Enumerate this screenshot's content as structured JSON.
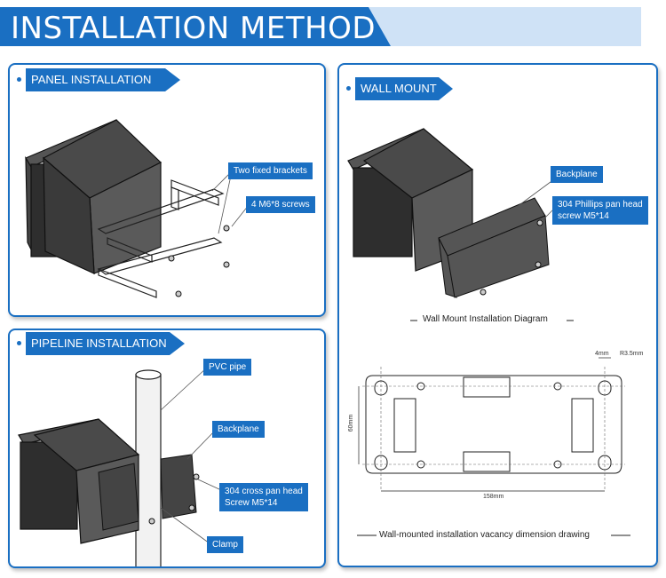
{
  "banner": {
    "title": "INSTALLATION METHOD"
  },
  "panel_installation": {
    "tag": "PANEL INSTALLATION",
    "labels": {
      "brackets": "Two fixed brackets",
      "screws": "4 M6*8 screws"
    }
  },
  "wall_mount": {
    "tag": "WALL MOUNT",
    "labels": {
      "backplane": "Backplane",
      "screw_line1": "304 Phillips pan head",
      "screw_line2": "screw M5*14"
    },
    "diagram_caption": "Wall Mount Installation Diagram",
    "drawing_caption": "Wall-mounted installation vacancy dimension drawing",
    "dims": {
      "hole_gap": "4mm",
      "radius": "R3.5mm",
      "height": "60mm",
      "width": "158mm"
    }
  },
  "pipeline_installation": {
    "tag": "PIPELINE INSTALLATION",
    "labels": {
      "pipe": "PVC pipe",
      "backplane": "Backplane",
      "screw_line1": "304 cross pan head",
      "screw_line2": "Screw M5*14",
      "clamp": "Clamp"
    }
  },
  "colors": {
    "accent": "#1a6fc2",
    "banner_light": "#cfe2f6"
  }
}
